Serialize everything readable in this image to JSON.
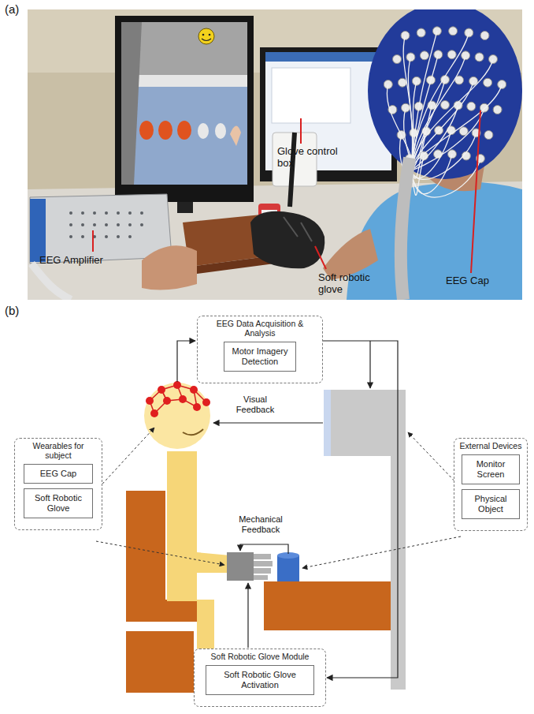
{
  "diagram": {
    "nodes": [
      {
        "text": [
          "EEG Data Acquisition & Analysis"
        ]
      },
      {
        "text": [
          "Motor Imagery Detection"
        ],
        "in": 0
      },
      {
        "text": [
          "Wearables for subject"
        ]
      },
      {
        "text": [
          "EEG Cap"
        ],
        "in": 2
      },
      {
        "text": [
          "Soft Robotic Glove"
        ],
        "in": 2
      },
      {
        "text": [
          "External Devices"
        ]
      },
      {
        "text": [
          "Monitor Screen"
        ],
        "in": 5
      },
      {
        "text": [
          "Physical Object"
        ],
        "in": 5
      },
      {
        "text": [
          "Soft Robotic Glove Module"
        ]
      },
      {
        "text": [
          "Soft Robotic Glove Activation"
        ],
        "in": 8
      }
    ],
    "edges": [
      {
        "from": 0,
        "to": 8,
        "arrow": "to"
      }
    ],
    "labels": [
      "(a)",
      "EEG Amplifier",
      "Glove control box",
      "Soft robotic glove",
      "EEG Cap",
      "(b)",
      "Visual Feedback",
      "Mechanical Feedback"
    ]
  }
}
